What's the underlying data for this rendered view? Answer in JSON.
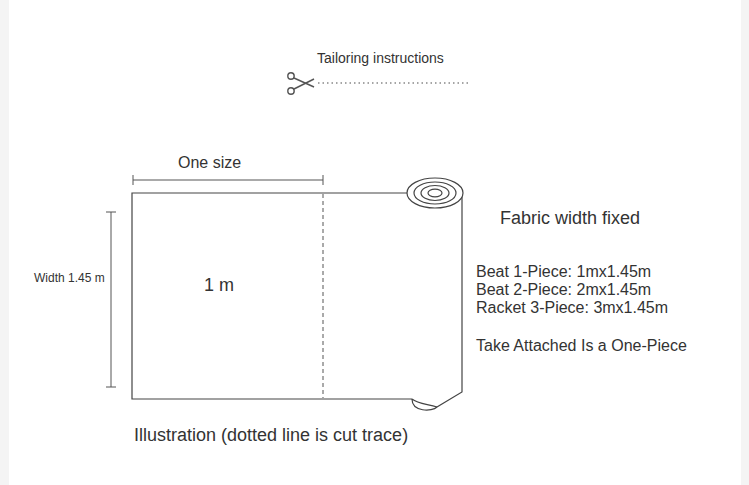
{
  "diagram": {
    "caption": "Illustration (dotted line is cut trace)",
    "nodes": [
      {
        "text": [
          "1 m"
        ]
      }
    ],
    "labels": [
      "Tailoring instructions",
      "One size",
      "Width 1.45 m",
      "Fabric width fixed",
      "Beat 1-Piece: 1mx1.45m",
      "Beat 2-Piece: 2mx1.45m",
      "Racket 3-Piece: 3mx1.45m",
      "Take Attached Is a One-Piece"
    ]
  }
}
